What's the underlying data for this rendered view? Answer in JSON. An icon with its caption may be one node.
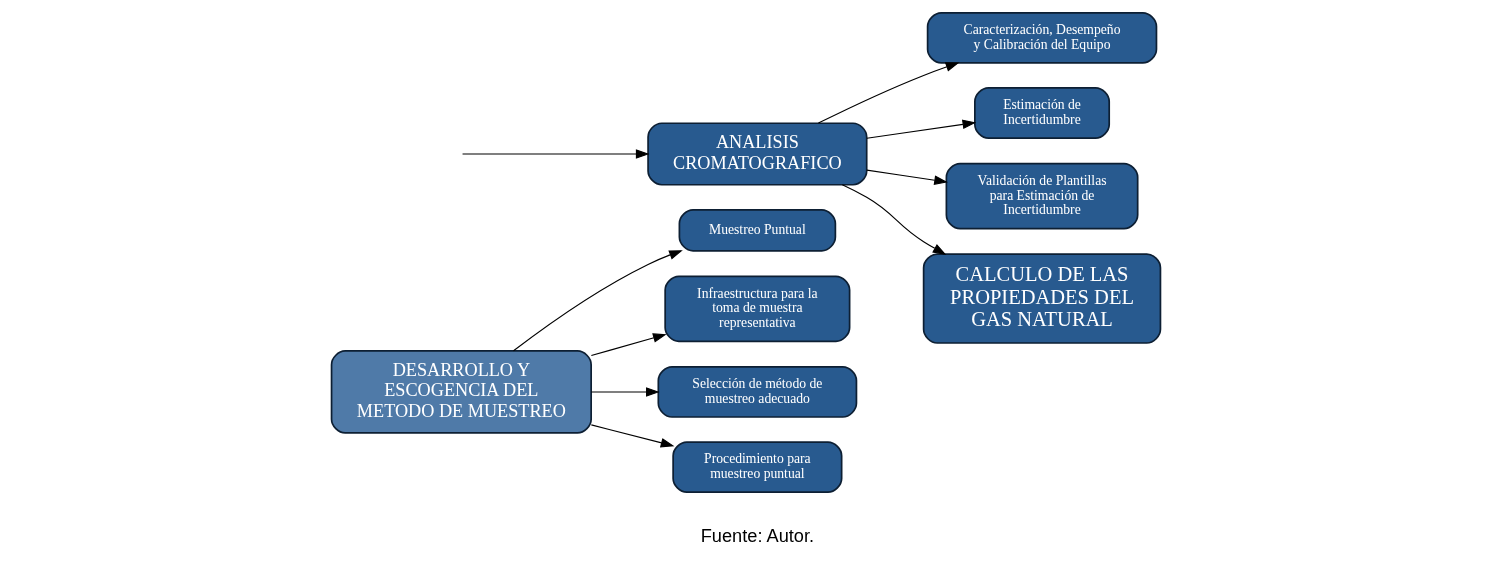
{
  "diagram": {
    "nodes": [
      {
        "text": [
          "DESARROLLO Y ESCOGENCIA DEL METODO DE MUESTREO"
        ]
      },
      {
        "text": [
          "Muestreo Puntual"
        ]
      },
      {
        "text": [
          "Infraestructura para la toma de muestra representativa"
        ]
      },
      {
        "text": [
          "Selección de método de muestreo adecuado"
        ]
      },
      {
        "text": [
          "Procedimiento para muestreo puntual"
        ]
      },
      {
        "text": [
          "ANALISIS CROMATOGRAFICO"
        ]
      },
      {
        "text": [
          "Caracterización, Desempeño y Calibración del Equipo"
        ]
      },
      {
        "text": [
          "Estimación de Incertidumbre"
        ]
      },
      {
        "text": [
          "Validación de Plantillas para Estimación de Incertidumbre"
        ]
      },
      {
        "text": [
          "CALCULO DE LAS PROPIEDADES DEL GAS NATURAL"
        ]
      }
    ],
    "edges": [
      {
        "from": 0,
        "to": 1,
        "arrow": "to"
      },
      {
        "from": 0,
        "to": 2,
        "arrow": "to"
      },
      {
        "from": 0,
        "to": 3,
        "arrow": "to"
      },
      {
        "from": 0,
        "to": 4,
        "arrow": "to"
      },
      {
        "from": null,
        "to": 5,
        "arrow": "to"
      },
      {
        "from": 5,
        "to": 6,
        "arrow": "to"
      },
      {
        "from": 5,
        "to": 7,
        "arrow": "to"
      },
      {
        "from": 5,
        "to": 8,
        "arrow": "to"
      },
      {
        "from": 5,
        "to": 9,
        "arrow": "to"
      }
    ],
    "labels": [
      "Fuente: Autor."
    ]
  }
}
